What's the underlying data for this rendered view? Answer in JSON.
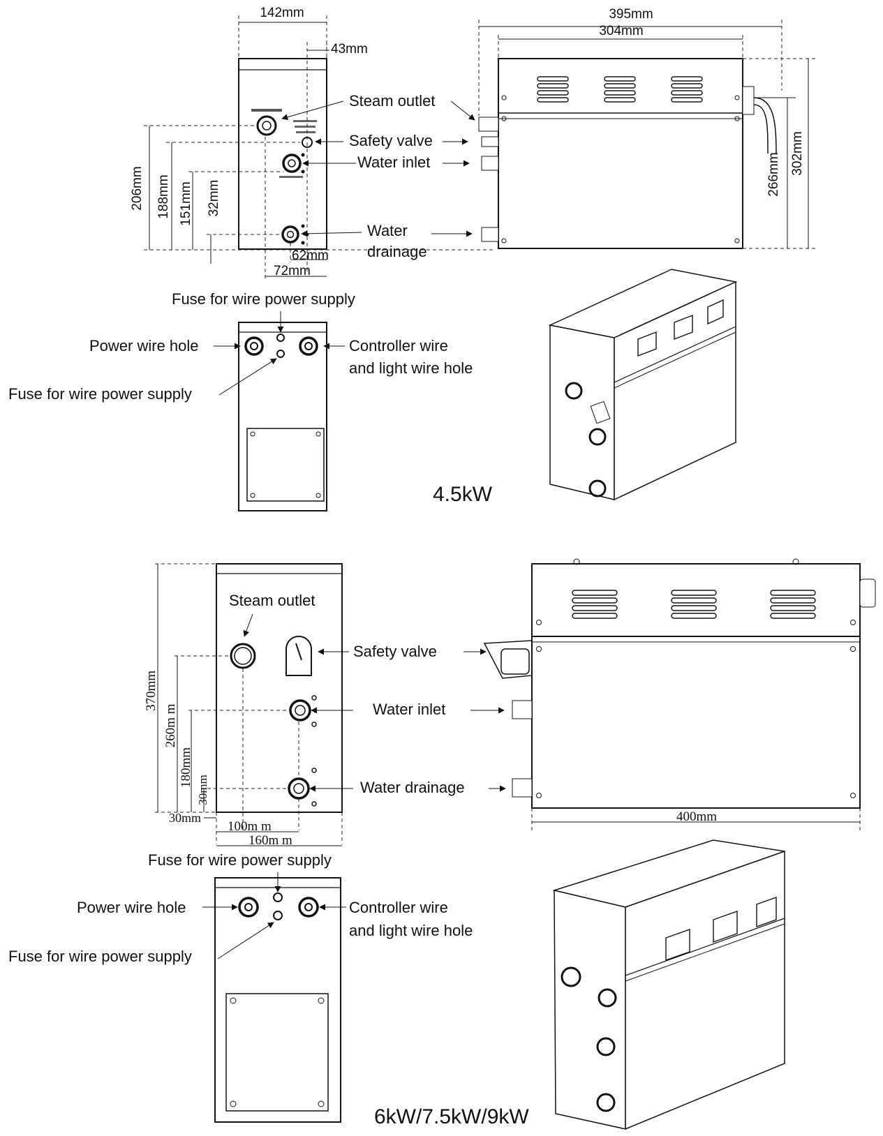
{
  "colors": {
    "ink": "#111111",
    "paper": "#ffffff"
  },
  "top": {
    "power_label": "4.5kW",
    "dims": {
      "w142": "142mm",
      "w43": "43mm",
      "w395": "395mm",
      "w304": "304mm",
      "h206": "206mm",
      "h188": "188mm",
      "h151": "151mm",
      "h32": "32mm",
      "w62": "62mm",
      "w72": "72mm",
      "h266": "266mm",
      "h302": "302mm"
    },
    "labels": {
      "steam_outlet": "Steam outlet",
      "safety_valve": "Safety  valve",
      "water_inlet": "Water inlet",
      "water_drainage_1": "Water",
      "water_drainage_2": "drainage",
      "fuse_top": "Fuse for wire power supply",
      "power_wire_hole": "Power wire hole",
      "controller_wire_1": "Controller wire",
      "controller_wire_2": "and light wire hole",
      "fuse_bottom": "Fuse for wire power supply"
    }
  },
  "bottom": {
    "power_label": "6kW/7.5kW/9kW",
    "dims": {
      "h370": "370mm",
      "h260": "260m m",
      "h180": "180mm",
      "h30v": "30mm",
      "w30": "30mm",
      "w100": "100m m",
      "w160": "160m m",
      "w400": "400mm"
    },
    "labels": {
      "steam_outlet": "Steam outlet",
      "safety_valve": "Safety  valve",
      "water_inlet": "Water inlet",
      "water_drainage": "Water drainage",
      "fuse_top": "Fuse for wire power supply",
      "power_wire_hole": "Power wire hole",
      "controller_wire_1": "Controller wire",
      "controller_wire_2": "and light wire hole",
      "fuse_bottom": "Fuse for wire power supply"
    }
  }
}
